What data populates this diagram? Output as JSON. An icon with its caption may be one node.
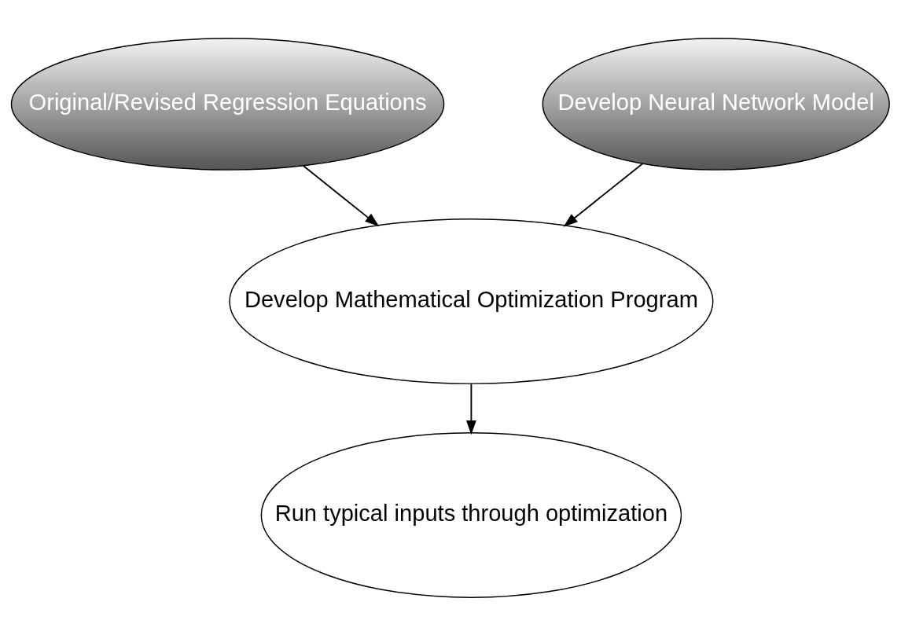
{
  "diagram": {
    "nodes": [
      {
        "text": [
          "Original/Revised Regression Equations"
        ]
      },
      {
        "text": [
          "Develop Neural Network Model"
        ]
      },
      {
        "text": [
          "Develop Mathematical Optimization Program"
        ]
      },
      {
        "text": [
          "Run typical inputs through optimization"
        ]
      }
    ],
    "edges": [
      {
        "from": 0,
        "to": 2,
        "arrow": "to"
      },
      {
        "from": 1,
        "to": 2,
        "arrow": "to"
      },
      {
        "from": 2,
        "to": 3,
        "arrow": "to"
      }
    ]
  }
}
